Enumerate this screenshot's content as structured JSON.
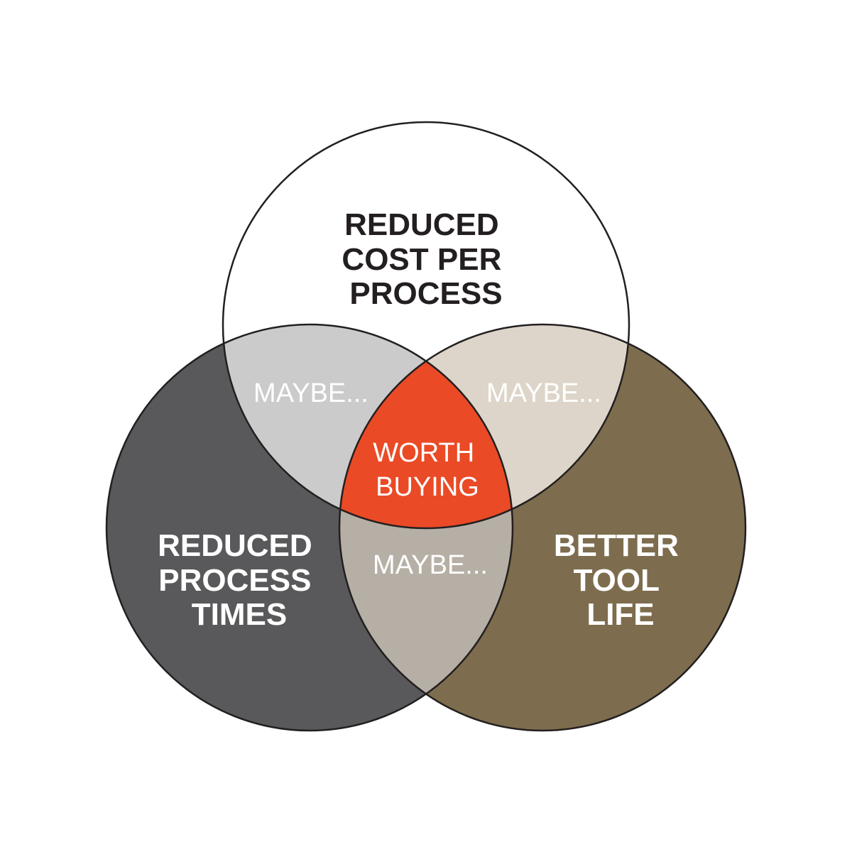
{
  "diagram": {
    "type": "venn-3",
    "colors": {
      "background": "#ffffff",
      "top_circle": "#ffffff",
      "left_circle": "#59595b",
      "right_circle": "#7d6d4e",
      "top_left_overlap": "#cbcbcb",
      "top_right_overlap": "#ddd5c9",
      "left_right_overlap": "#b6afa6",
      "center": "#ea4a26",
      "outline": "#231f20",
      "dark_text": "#231f20",
      "light_text": "#ffffff"
    },
    "sets": {
      "top": {
        "lines": [
          "REDUCED",
          "COST PER",
          "PROCESS"
        ]
      },
      "left": {
        "lines": [
          "REDUCED",
          "PROCESS",
          "TIMES"
        ]
      },
      "right": {
        "lines": [
          "BETTER",
          "TOOL",
          "LIFE"
        ]
      }
    },
    "overlaps": {
      "top_left": "MAYBE...",
      "top_right": "MAYBE...",
      "left_right": "MAYBE..."
    },
    "center": {
      "lines": [
        "WORTH",
        "BUYING"
      ]
    }
  }
}
